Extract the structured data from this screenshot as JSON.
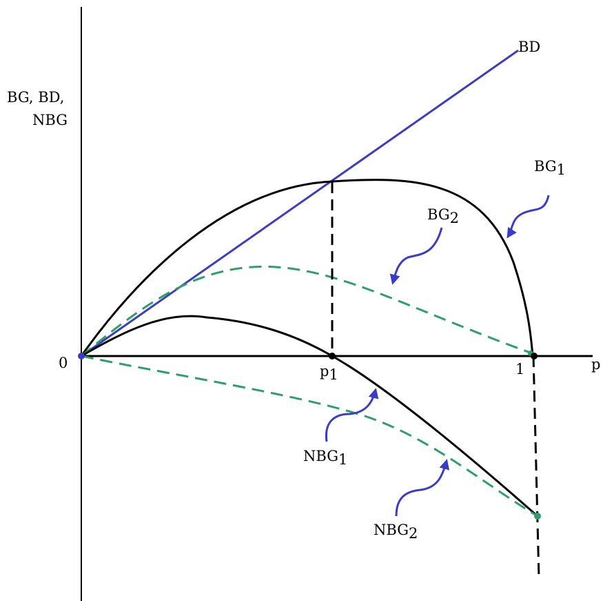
{
  "colors": {
    "axis": "#000000",
    "bd": "#3b3bc9",
    "bg1": "#000000",
    "bg2": "#2e9e6a",
    "nbg1": "#000000",
    "nbg2": "#2e9e6a",
    "dot_blue": "#3b3bc9",
    "dot_green": "#2e9e6a",
    "arrow": "#3b3bc9"
  },
  "axis": {
    "y_label_line1": "BG, BD,",
    "y_label_line2": "NBG",
    "x_label": "p",
    "origin_label": "0"
  },
  "ticks": {
    "p1_base": "p",
    "p1_sub": "1",
    "one": "1"
  },
  "curves": {
    "bd": "BD",
    "bg1_base": "BG",
    "bg1_sub": "1",
    "bg2_base": "BG",
    "bg2_sub": "2",
    "nbg1_base": "NBG",
    "nbg1_sub": "1",
    "nbg2_base": "NBG",
    "nbg2_sub": "2"
  },
  "icons": {
    "arrow": "curved-pointer-arrow-icon",
    "point": "dot-marker-icon"
  }
}
